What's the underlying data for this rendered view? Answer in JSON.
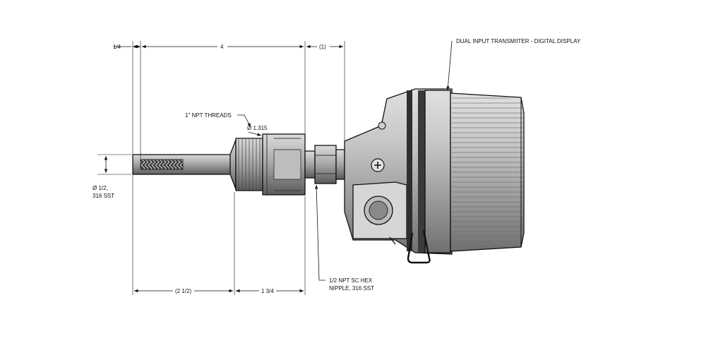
{
  "labels": {
    "dim_tip": "1/4",
    "dim_length": "4",
    "dim_neck": "(1)",
    "transmitter": "DUAL INPUT TRANSMIITER - DIGITAL DISPLAY",
    "threads": "1\" NPT THREADS",
    "diameter_thread": "Ø 1.315",
    "diameter_probe_1": "Ø 1/2,",
    "diameter_probe_2": "316 SST",
    "dim_probe_tail": "(2 1/2)",
    "dim_thread_len": "1 3/4",
    "nipple_1": "1/2 NPT SC HEX",
    "nipple_2": "NIPPLE, 316 SST"
  },
  "colors": {
    "line": "#111111",
    "metal_light": "#cfcfcf",
    "metal_mid": "#9a9a9a",
    "metal_dark": "#555555",
    "hatch_fill": "#3a3a3a"
  }
}
